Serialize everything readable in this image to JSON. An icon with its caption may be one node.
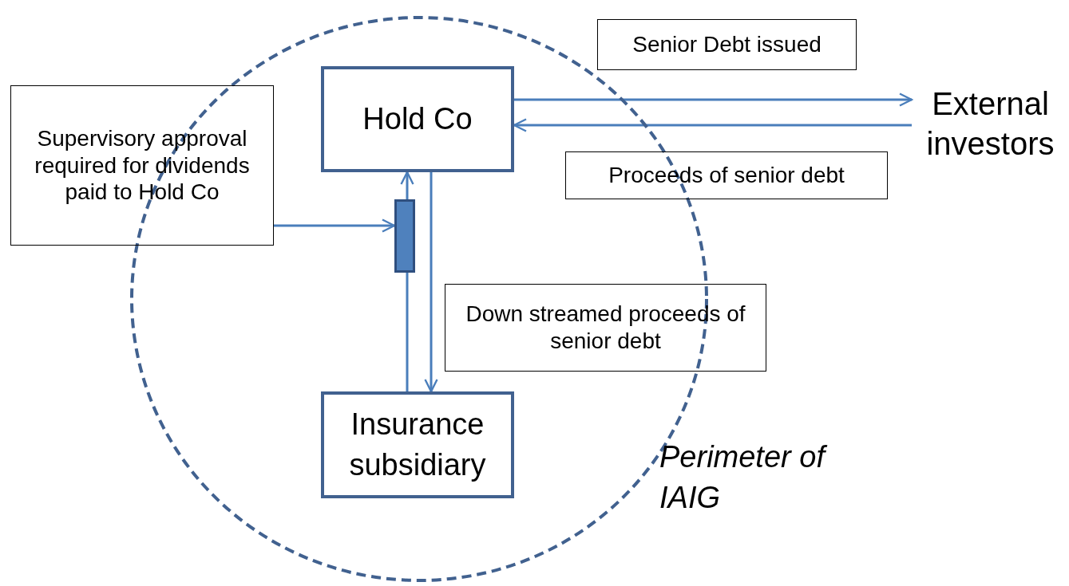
{
  "diagram": {
    "nodes": [
      {
        "text": [],
        "shape": "circle",
        "beside": [
          "Perimeter of IAIG"
        ]
      },
      {
        "text": [
          "Hold Co"
        ],
        "in": 0
      },
      {
        "text": [
          "Insurance subsidiary"
        ],
        "in": 0
      },
      {
        "text": [],
        "shape": "bar",
        "in": 0
      },
      {
        "text": [
          "Supervisory approval required for dividends paid to Hold Co"
        ]
      },
      {
        "text": [
          "Senior Debt issued"
        ]
      },
      {
        "text": [
          "Proceeds of senior debt"
        ]
      },
      {
        "text": [
          "Down streamed proceeds of senior debt"
        ]
      },
      {
        "text": [
          "External investors"
        ]
      }
    ],
    "edges": [
      {
        "from": 1,
        "to": 8,
        "arrow": "to"
      },
      {
        "from": 8,
        "to": 1,
        "arrow": "to"
      },
      {
        "from": 2,
        "to": 3,
        "arrow": "none"
      },
      {
        "from": 3,
        "to": 1,
        "arrow": "to"
      },
      {
        "from": 1,
        "to": 2,
        "arrow": "to"
      },
      {
        "from": 4,
        "to": 3,
        "arrow": "to"
      }
    ]
  }
}
